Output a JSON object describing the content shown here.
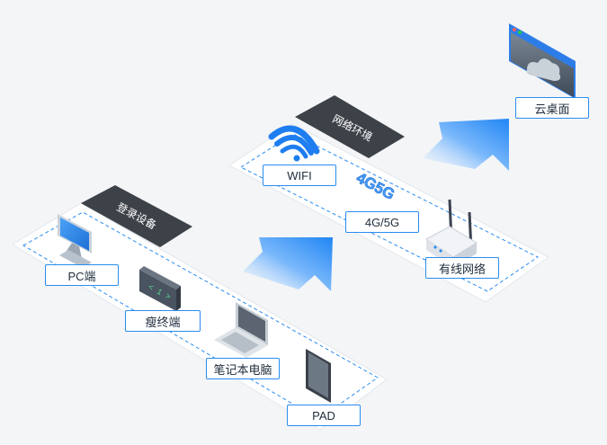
{
  "sections": {
    "login_devices": "登录设备",
    "network_env": "网络环境"
  },
  "labels": {
    "pc": "PC端",
    "thin_client": "瘦终端",
    "laptop": "笔记本电脑",
    "pad": "PAD",
    "wifi": "WIFI",
    "mobile": "4G/5G",
    "wired": "有线网络",
    "cloud_desktop": "云桌面"
  },
  "icon_text": {
    "mobile_badge": "4G5G",
    "thin_client_code": "< 1 >"
  },
  "colors": {
    "accent": "#2a8cf0",
    "plate": "#ffffff",
    "banner": "#3d4248",
    "arrow": "#2f8ff5",
    "background": "#f4f5f7"
  }
}
